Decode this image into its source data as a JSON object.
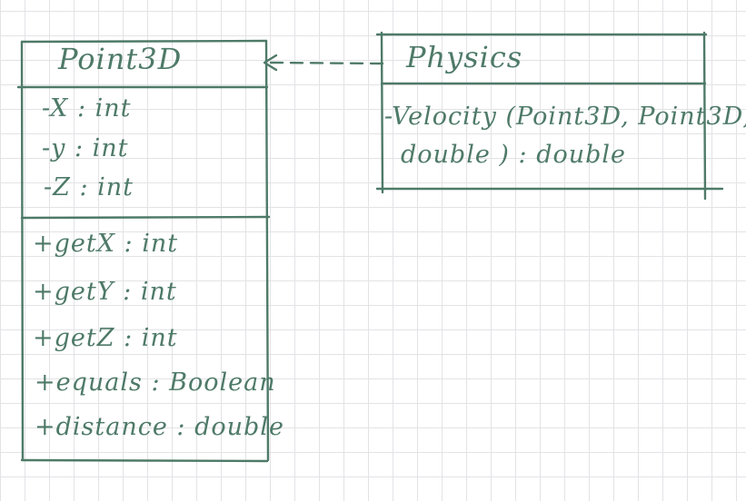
{
  "diagram": {
    "ink_color": "#4e7a68",
    "grid_color": "#e3e3e6",
    "point3d": {
      "name": "Point3D",
      "attributes": [
        "-X : int",
        "-y : int",
        "-Z : int"
      ],
      "methods": [
        "+getX : int",
        "+getY : int",
        "+getZ : int",
        "+equals : Boolean",
        "+distance : double"
      ]
    },
    "physics": {
      "name": "Physics",
      "methods": [
        "-Velocity (Point3D, Point3D,",
        "double ) : double"
      ]
    },
    "relationship": {
      "type": "dependency",
      "from": "Physics",
      "to": "Point3D",
      "style": "dashed-arrow"
    }
  }
}
